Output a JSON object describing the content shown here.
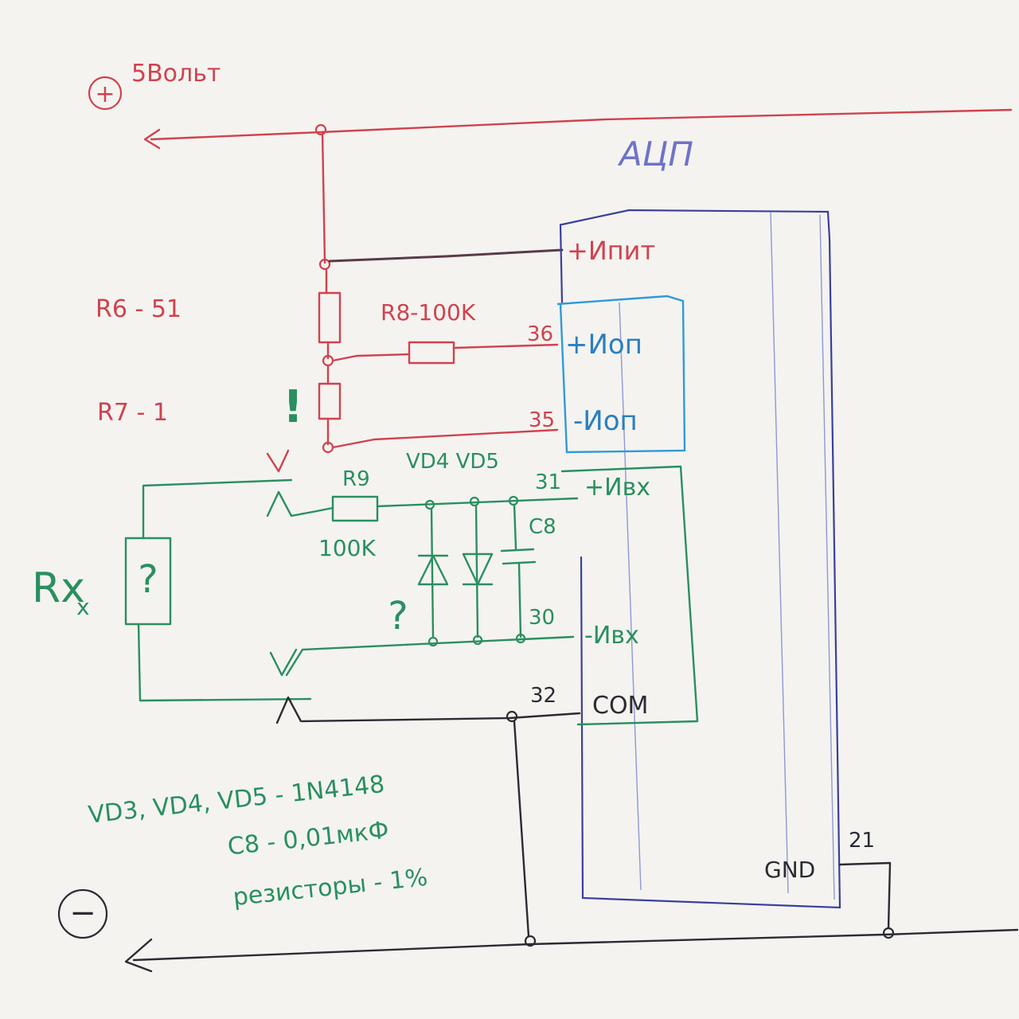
{
  "labels": {
    "plus_symbol": "+",
    "minus_symbol": "−",
    "supply_voltage": "5Вольт",
    "adc": "АЦП",
    "pin_plus_supply": "+Ипит",
    "pin_plus_ref": "+Иоп",
    "pin_minus_ref": "-Иоп",
    "pin_plus_in": "+Ивх",
    "pin_minus_in": "-Ивх",
    "pin_com": "COM",
    "pin_gnd": "GND",
    "pin_num_36a": "36",
    "pin_num_35": "35",
    "pin_num_31": "31",
    "pin_num_30": "30",
    "pin_num_32": "32",
    "pin_num_21": "21",
    "r6": "R6 - 51",
    "r7": "R7 - 1",
    "r8": "R8-100K",
    "r9": "R9",
    "r9_value": "100K",
    "vd4_vd5": "VD4 VD5",
    "c8": "C8",
    "rx": "Rx",
    "unknown": "?",
    "warning": "!",
    "notes": [
      "VD3, VD4, VD5 - 1N4148",
      "C8 - 0,01мкФ",
      "резисторы - 1%"
    ]
  },
  "colors": {
    "supply_wire": "#d0424e",
    "adc_outline": "#3a3f9e",
    "reference_box": "#2f9ad8",
    "input_circuit": "#2a8f5f",
    "ground_wire": "#2b2b33"
  }
}
